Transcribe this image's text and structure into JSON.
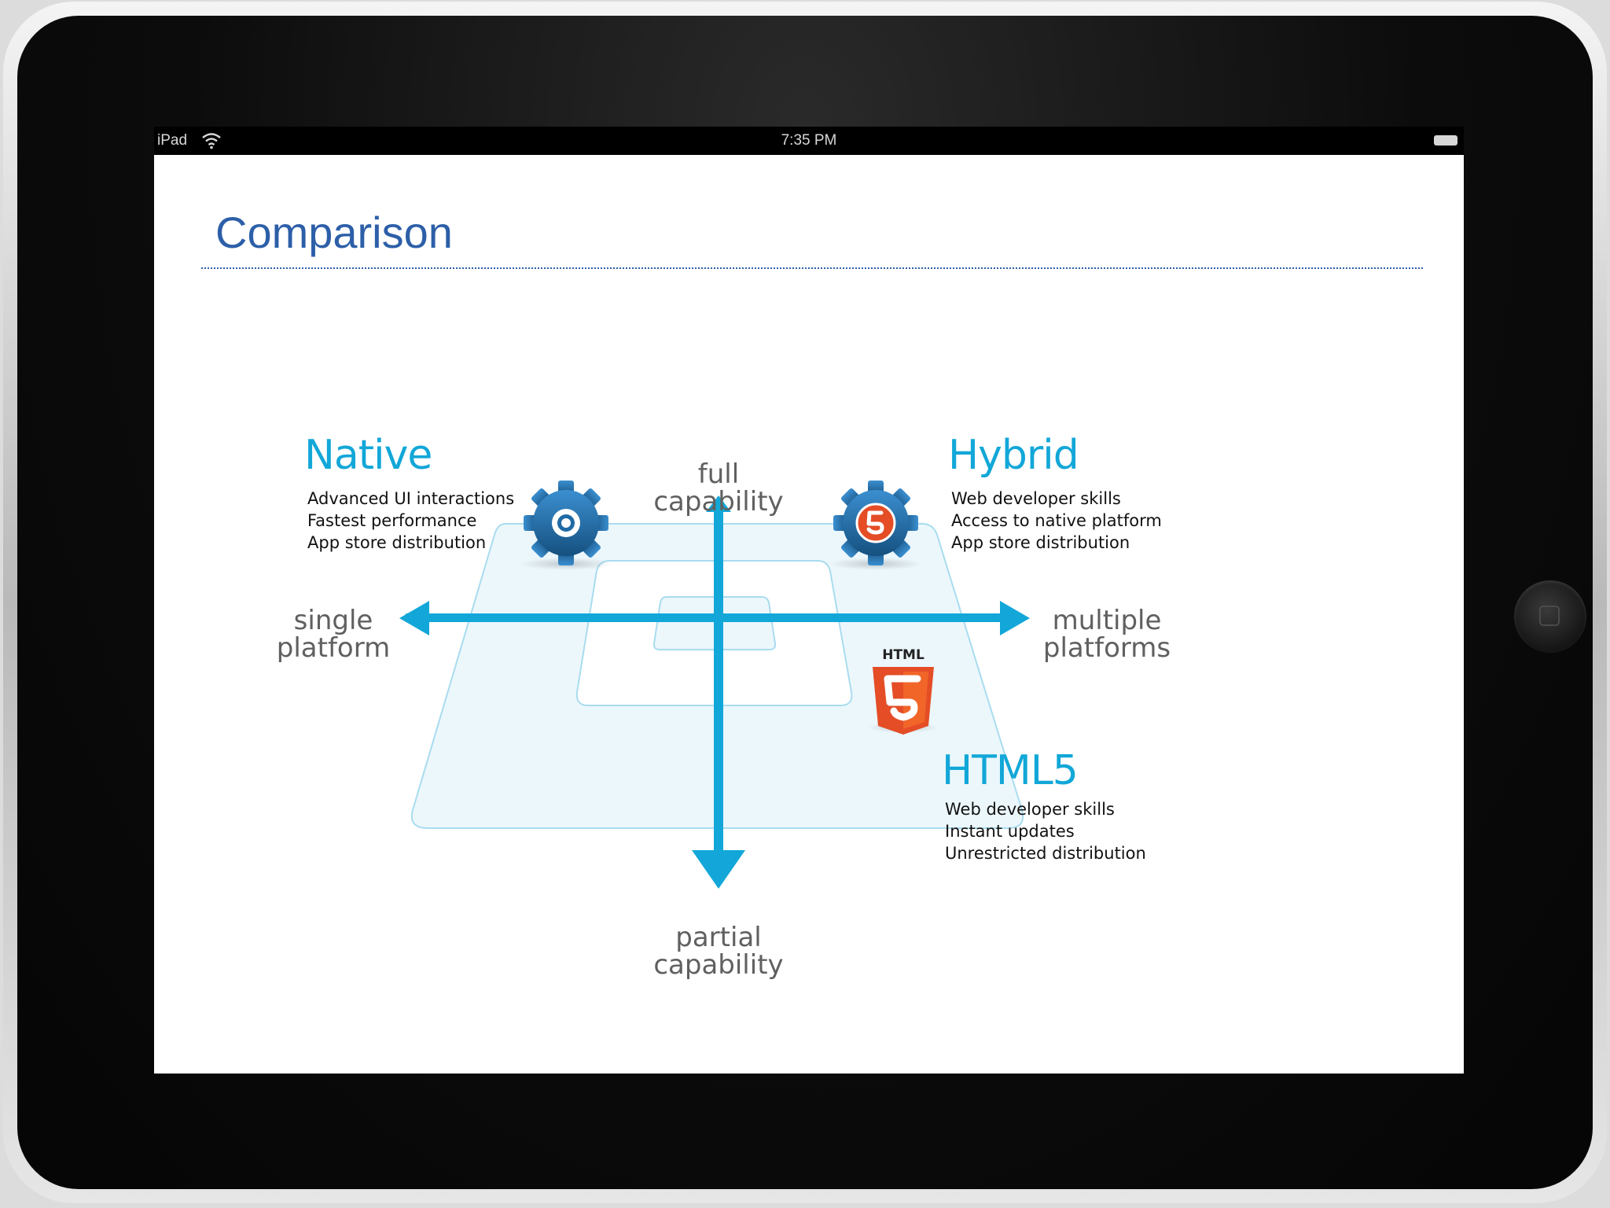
{
  "status_bar": {
    "carrier": "iPad",
    "time": "7:35 PM",
    "wifi_icon": "wifi-icon",
    "battery_icon": "battery-full-icon"
  },
  "slide": {
    "title": "Comparison"
  },
  "diagram": {
    "axes": {
      "top": "full\ncapability",
      "bottom": "partial\ncapability",
      "left": "single\nplatform",
      "right": "multiple\nplatforms"
    },
    "quadrants": [
      {
        "id": "native",
        "title": "Native",
        "icon": "gear-icon",
        "features": [
          "Advanced UI interactions",
          "Fastest performance",
          "App store distribution"
        ]
      },
      {
        "id": "hybrid",
        "title": "Hybrid",
        "icon": "gear-html5-icon",
        "features": [
          "Web developer skills",
          "Access to native platform",
          "App store distribution"
        ]
      },
      {
        "id": "html5",
        "title": "HTML5",
        "icon": "html5-shield-icon",
        "icon_label": "HTML",
        "icon_glyph": "5",
        "features": [
          "Web developer skills",
          "Instant updates",
          "Unrestricted distribution"
        ]
      }
    ],
    "colors": {
      "accent": "#12a7d8",
      "title": "#2d5fa8",
      "gear": "#1f6aa5",
      "html5_orange": "#e44d26"
    }
  }
}
